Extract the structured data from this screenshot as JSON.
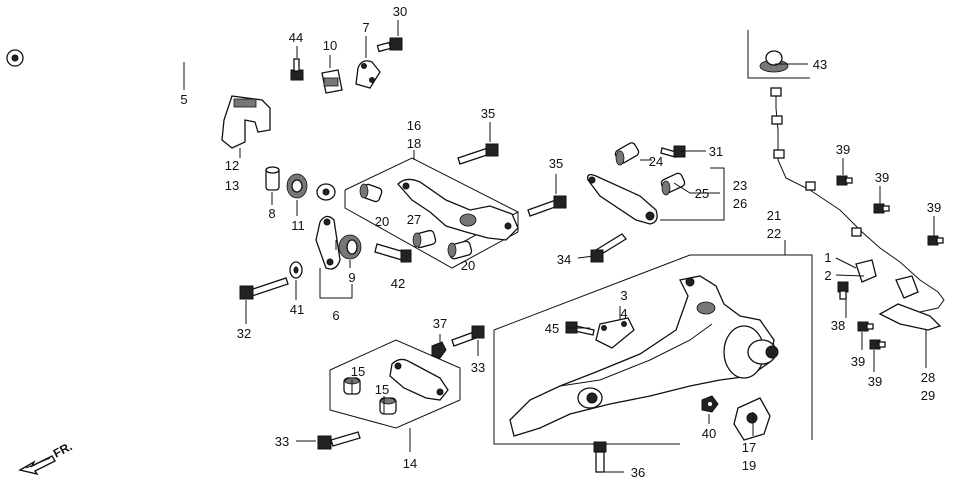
{
  "callouts": {
    "c1": "1",
    "c2": "2",
    "c3": "3",
    "c4": "4",
    "c5": "5",
    "c6": "6",
    "c7": "7",
    "c8": "8",
    "c9": "9",
    "c10": "10",
    "c11": "11",
    "c12": "12",
    "c13": "13",
    "c14": "14",
    "c15a": "15",
    "c15b": "15",
    "c16": "16",
    "c17": "17",
    "c18": "18",
    "c19": "19",
    "c20a": "20",
    "c20b": "20",
    "c21": "21",
    "c22": "22",
    "c23": "23",
    "c24": "24",
    "c25": "25",
    "c26": "26",
    "c27": "27",
    "c28": "28",
    "c29": "29",
    "c30": "30",
    "c31": "31",
    "c32": "32",
    "c33a": "33",
    "c33b": "33",
    "c34": "34",
    "c35a": "35",
    "c35b": "35",
    "c36": "36",
    "c37": "37",
    "c38": "38",
    "c39a": "39",
    "c39b": "39",
    "c39c": "39",
    "c39d": "39",
    "c39e": "39",
    "c40": "40",
    "c41": "41",
    "c42": "42",
    "c43": "43",
    "c44": "44",
    "c45": "45"
  },
  "direction_label": "FR."
}
